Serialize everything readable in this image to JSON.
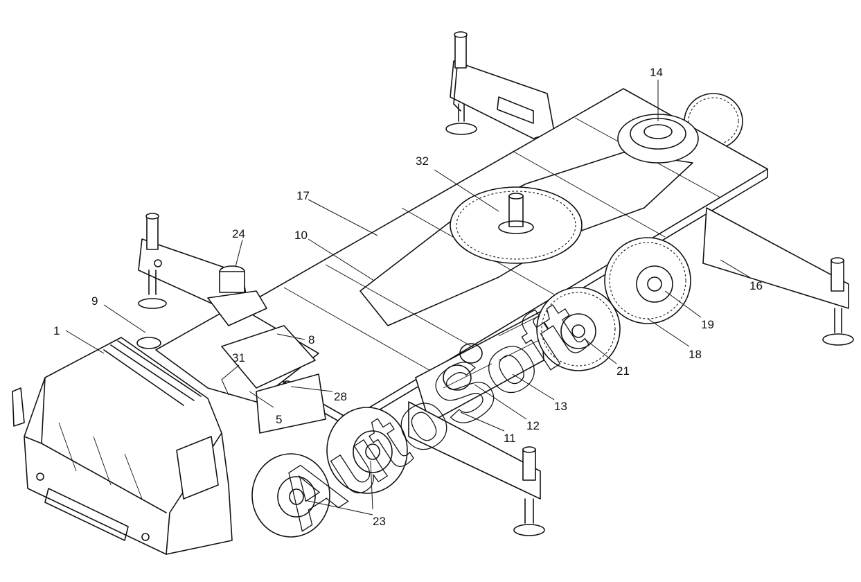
{
  "watermark": "AutoSoft",
  "callouts": [
    {
      "id": "c1",
      "text": "1"
    },
    {
      "id": "c5",
      "text": "5"
    },
    {
      "id": "c8",
      "text": "8"
    },
    {
      "id": "c9",
      "text": "9"
    },
    {
      "id": "c10",
      "text": "10"
    },
    {
      "id": "c11",
      "text": "11"
    },
    {
      "id": "c12",
      "text": "12"
    },
    {
      "id": "c13",
      "text": "13"
    },
    {
      "id": "c14",
      "text": "14"
    },
    {
      "id": "c16",
      "text": "16"
    },
    {
      "id": "c17",
      "text": "17"
    },
    {
      "id": "c18",
      "text": "18"
    },
    {
      "id": "c19",
      "text": "19"
    },
    {
      "id": "c21",
      "text": "21"
    },
    {
      "id": "c23",
      "text": "23"
    },
    {
      "id": "c24",
      "text": "24"
    },
    {
      "id": "c28",
      "text": "28"
    },
    {
      "id": "c31",
      "text": "31"
    },
    {
      "id": "c32",
      "text": "32"
    }
  ]
}
